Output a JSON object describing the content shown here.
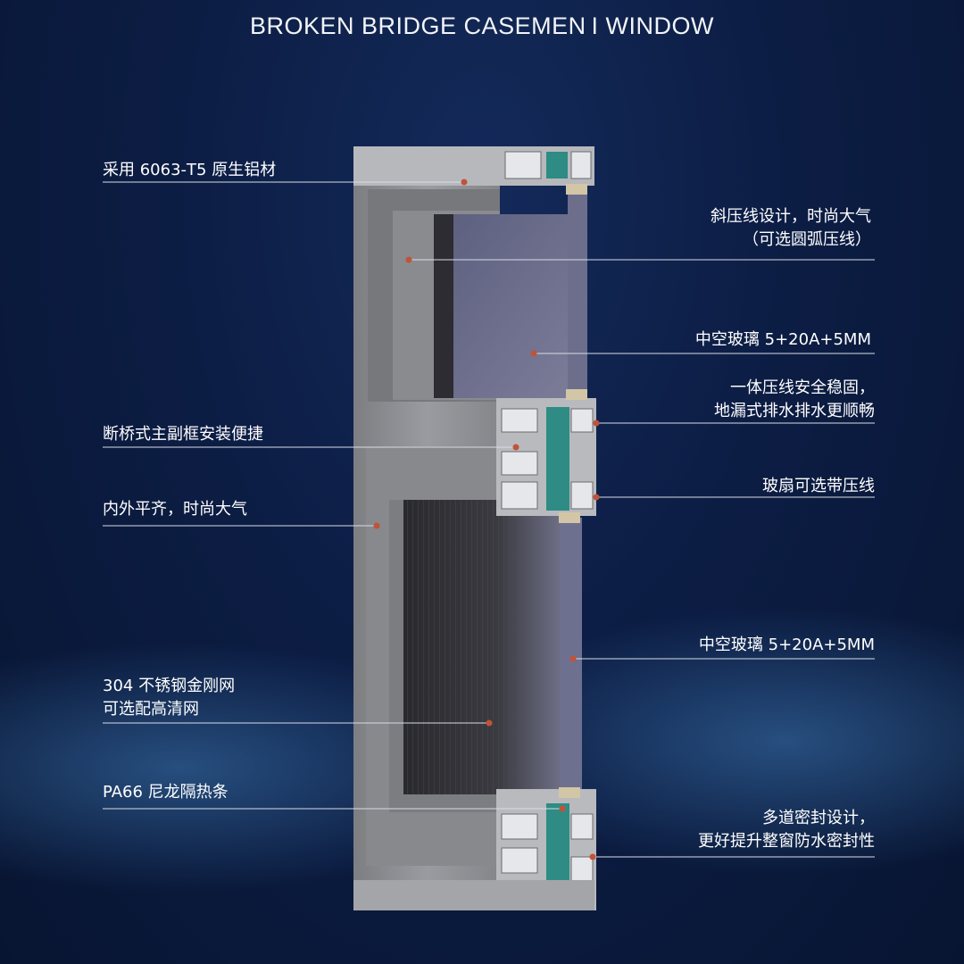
{
  "title": "BROKEN BRIDGE CASEMEN I  WINDOW",
  "colors": {
    "background": "#0c1d44",
    "aluminum": "#8e8f93",
    "glass": "#6a6c8a",
    "thermal_break": "#2e8c84",
    "callout_dot": "#c0533a",
    "callout_line": "#d8dce6"
  },
  "left_labels": [
    {
      "lines": [
        "采用 6063-T5 原生铝材"
      ]
    },
    {
      "lines": [
        "断桥式主副框安装便捷"
      ]
    },
    {
      "lines": [
        "内外平齐，时尚大气"
      ]
    },
    {
      "lines": [
        "304 不锈钢金刚网",
        "可选配高清网"
      ]
    },
    {
      "lines": [
        "PA66 尼龙隔热条"
      ]
    }
  ],
  "right_labels": [
    {
      "lines": [
        "斜压线设计，时尚大气",
        "（可选圆弧压线）"
      ]
    },
    {
      "lines": [
        "中空玻璃 5+20A+5MM"
      ]
    },
    {
      "lines": [
        "一体压线安全稳固，",
        "地漏式排水排水更顺畅"
      ]
    },
    {
      "lines": [
        "玻扇可选带压线"
      ]
    },
    {
      "lines": [
        "中空玻璃 5+20A+5MM"
      ]
    },
    {
      "lines": [
        "多道密封设计，",
        "更好提升整窗防水密封性"
      ]
    }
  ]
}
